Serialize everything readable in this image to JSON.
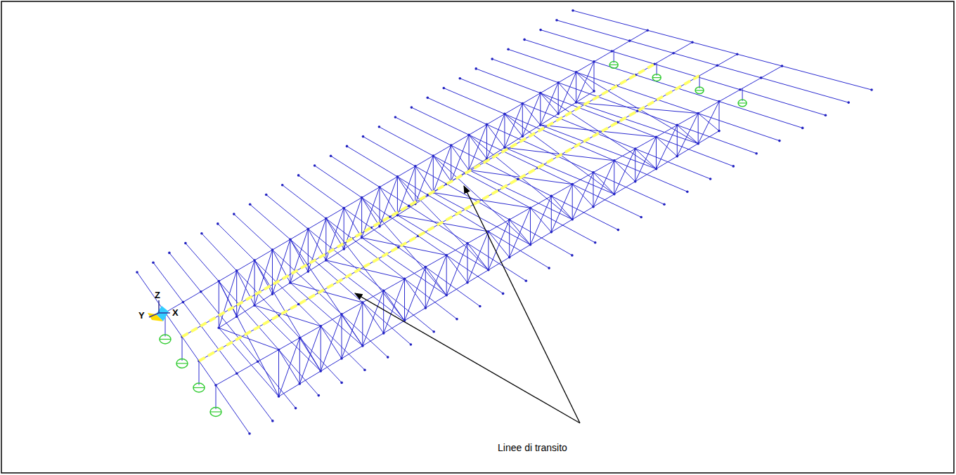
{
  "diagram": {
    "labels": [
      "Linee di transito",
      "Z",
      "Y",
      "X"
    ]
  }
}
